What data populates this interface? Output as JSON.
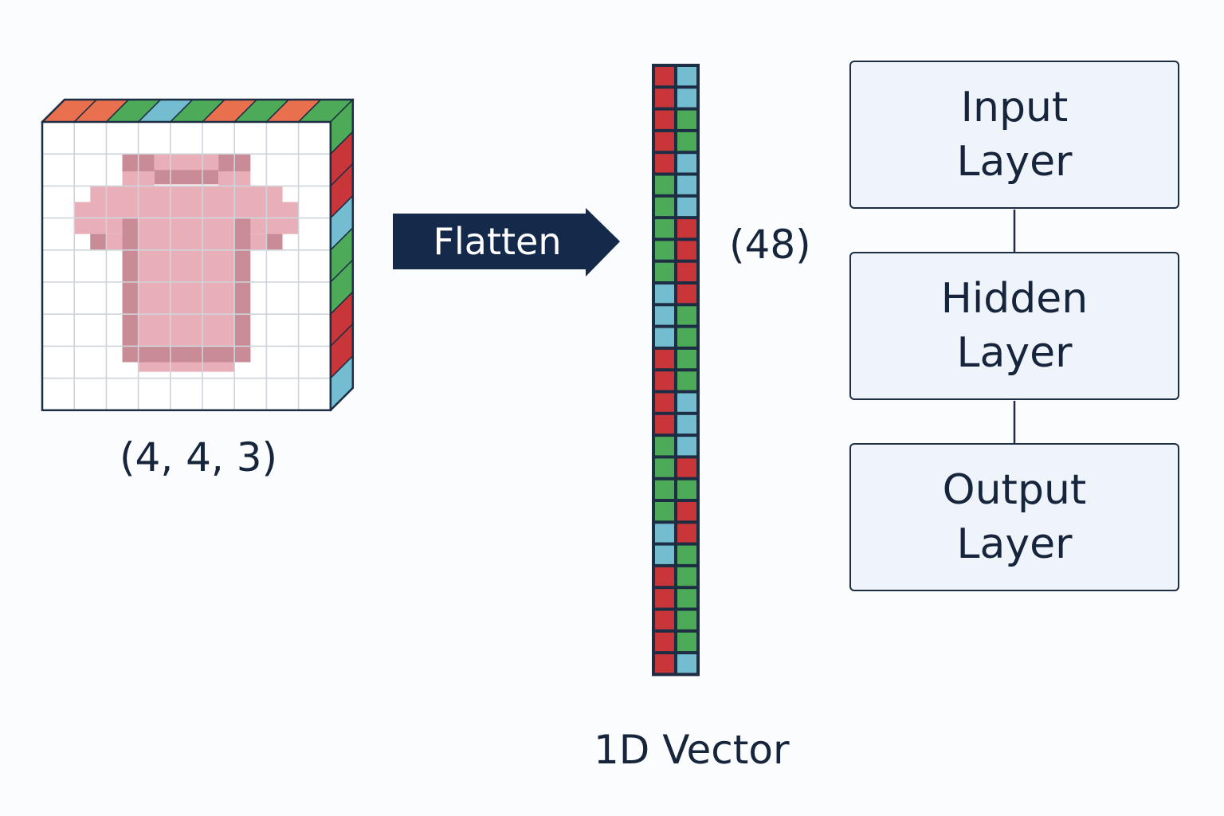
{
  "image": {
    "shape_label": "(4, 4, 3)",
    "colors": {
      "grid_line": "#cfd4da",
      "cell": "#ffffff",
      "shirt": "#e8afb9",
      "shirt_shadow": "#c98b96",
      "red": "#c9363a",
      "green": "#4caa58",
      "blue": "#74bccf",
      "orange": "#e8704e",
      "outline": "#1d2d44"
    },
    "top_strip_colors": [
      "orange",
      "orange",
      "green",
      "blue",
      "green",
      "orange",
      "green",
      "orange",
      "green"
    ],
    "side_strip_colors": [
      "green",
      "red",
      "red",
      "blue",
      "green",
      "green",
      "red",
      "red",
      "blue"
    ]
  },
  "flatten": {
    "label": "Flatten",
    "color": "#15294a"
  },
  "vector": {
    "size_label": "(48)",
    "caption": "1D Vector",
    "left_column": [
      "red",
      "red",
      "red",
      "red",
      "red",
      "green",
      "green",
      "green",
      "green",
      "green",
      "blue",
      "blue",
      "blue",
      "red",
      "red",
      "red",
      "red",
      "green",
      "green",
      "green",
      "green",
      "blue",
      "blue",
      "red",
      "red",
      "red",
      "red",
      "red"
    ],
    "right_column": [
      "blue",
      "blue",
      "green",
      "green",
      "blue",
      "blue",
      "blue",
      "red",
      "red",
      "red",
      "red",
      "green",
      "green",
      "green",
      "green",
      "blue",
      "blue",
      "blue",
      "red",
      "green",
      "red",
      "red",
      "green",
      "green",
      "green",
      "green",
      "green",
      "blue"
    ]
  },
  "network": {
    "layers": [
      "Input\nLayer",
      "Hidden\nLayer",
      "Output\nLayer"
    ],
    "box_fill": "#eef4fa",
    "box_border": "#1d2d44"
  }
}
